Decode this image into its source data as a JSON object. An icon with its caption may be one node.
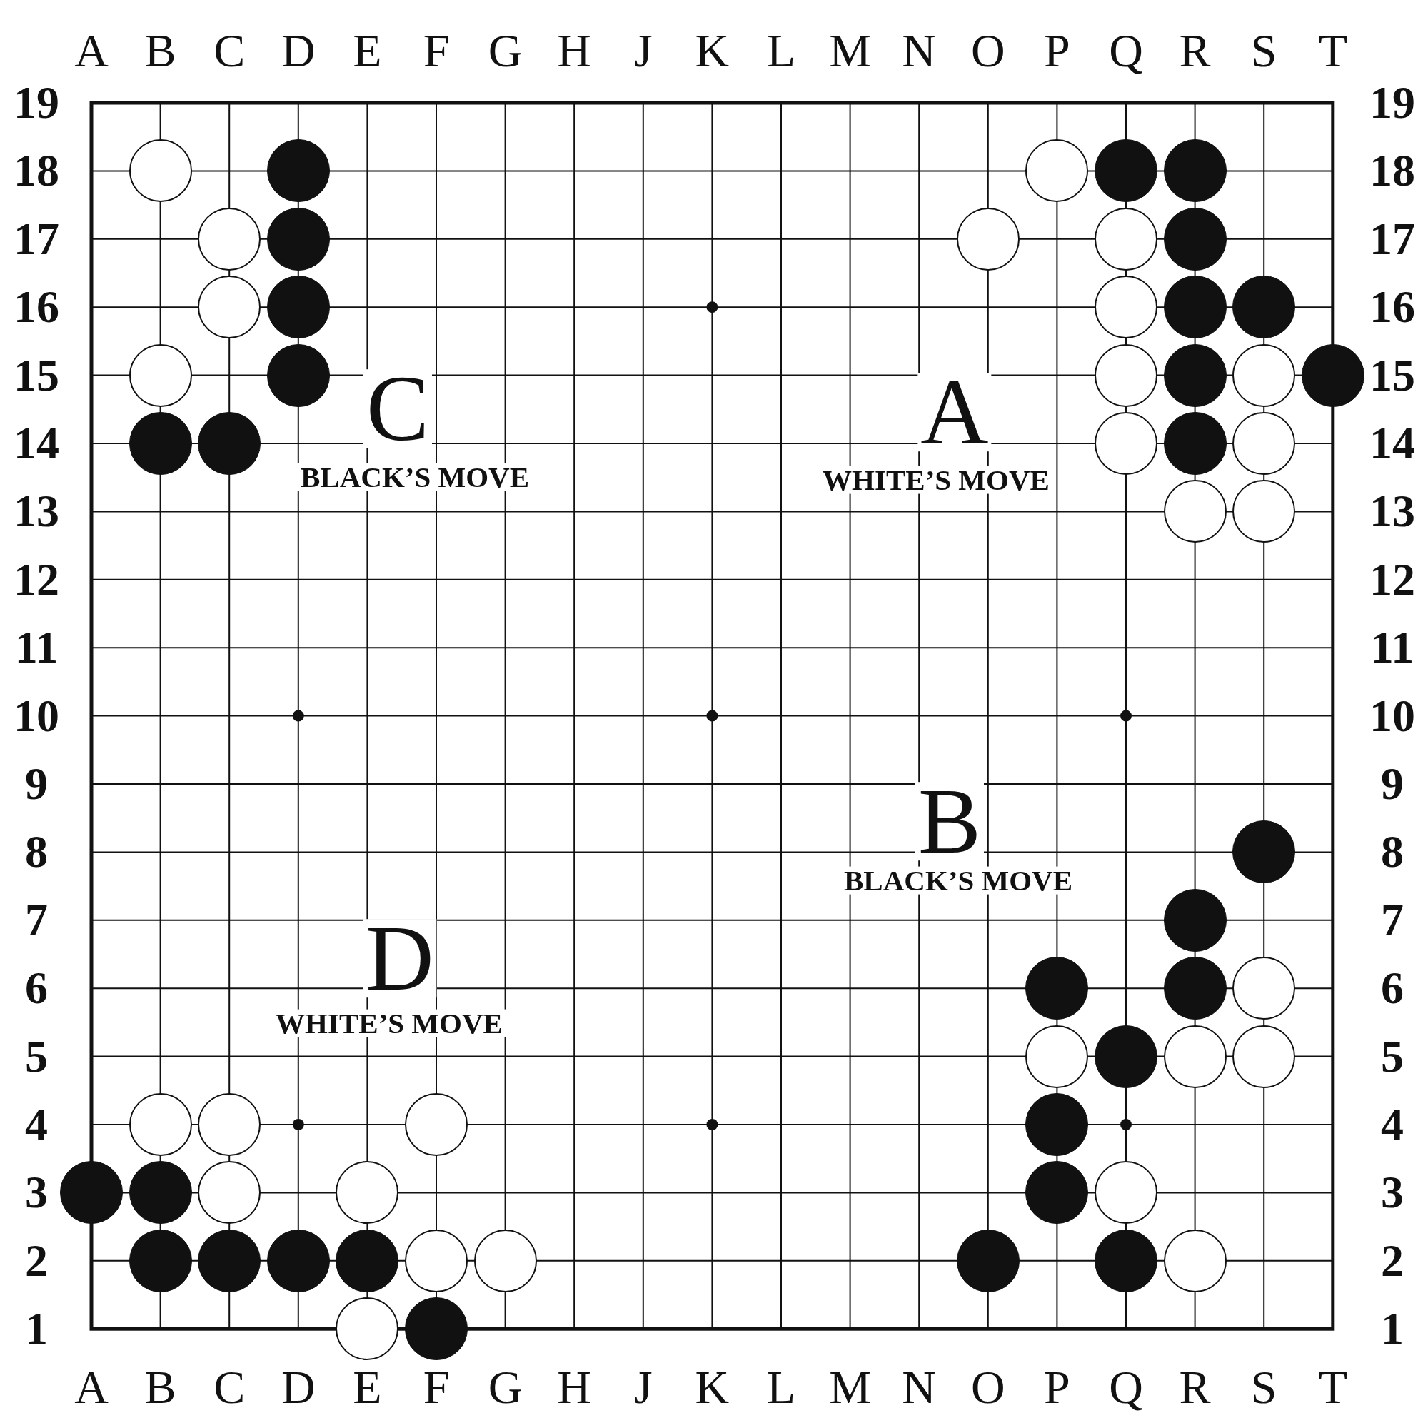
{
  "diagram": {
    "nodes": [
      {
        "text": [],
        "shape": "circle"
      },
      {
        "text": [],
        "shape": "disc"
      },
      {
        "text": [],
        "shape": "circle"
      },
      {
        "text": [],
        "shape": "disc"
      },
      {
        "text": [],
        "shape": "disc"
      },
      {
        "text": [],
        "shape": "circle"
      },
      {
        "text": [],
        "shape": "disc"
      },
      {
        "text": [],
        "shape": "circle"
      },
      {
        "text": [],
        "shape": "circle"
      },
      {
        "text": [],
        "shape": "disc"
      },
      {
        "text": [],
        "shape": "circle"
      },
      {
        "text": [],
        "shape": "disc"
      },
      {
        "text": [],
        "shape": "circle"
      },
      {
        "text": [],
        "shape": "disc"
      },
      {
        "text": [],
        "shape": "disc"
      },
      {
        "text": [],
        "shape": "circle"
      },
      {
        "text": [],
        "shape": "disc"
      },
      {
        "text": [],
        "shape": "circle"
      },
      {
        "text": [],
        "shape": "disc"
      },
      {
        "text": [],
        "shape": "circle"
      },
      {
        "text": [],
        "shape": "disc"
      },
      {
        "text": [],
        "shape": "disc"
      },
      {
        "text": [],
        "shape": "disc"
      },
      {
        "text": [],
        "shape": "circle"
      },
      {
        "text": [],
        "shape": "disc"
      },
      {
        "text": [],
        "shape": "circle"
      },
      {
        "text": [],
        "shape": "circle"
      },
      {
        "text": [],
        "shape": "circle"
      },
      {
        "text": [],
        "shape": "disc"
      },
      {
        "text": [],
        "shape": "disc"
      },
      {
        "text": [],
        "shape": "disc"
      },
      {
        "text": [],
        "shape": "disc"
      },
      {
        "text": [],
        "shape": "circle"
      },
      {
        "text": [],
        "shape": "circle"
      },
      {
        "text": [],
        "shape": "disc"
      },
      {
        "text": [],
        "shape": "circle"
      },
      {
        "text": [],
        "shape": "circle"
      },
      {
        "text": [],
        "shape": "circle"
      },
      {
        "text": [],
        "shape": "circle"
      },
      {
        "text": [],
        "shape": "circle"
      },
      {
        "text": [],
        "shape": "disc"
      },
      {
        "text": [],
        "shape": "disc"
      },
      {
        "text": [],
        "shape": "disc"
      },
      {
        "text": [],
        "shape": "circle"
      },
      {
        "text": [],
        "shape": "circle"
      },
      {
        "text": [],
        "shape": "disc"
      },
      {
        "text": [],
        "shape": "circle"
      },
      {
        "text": [],
        "shape": "disc"
      },
      {
        "text": [],
        "shape": "disc"
      },
      {
        "text": [],
        "shape": "disc"
      },
      {
        "text": [],
        "shape": "disc"
      },
      {
        "text": [],
        "shape": "circle"
      },
      {
        "text": [],
        "shape": "circle"
      },
      {
        "text": [],
        "shape": "disc"
      },
      {
        "text": [],
        "shape": "disc"
      },
      {
        "text": [],
        "shape": "circle"
      },
      {
        "text": [],
        "shape": "circle"
      },
      {
        "text": [],
        "shape": "disc"
      }
    ],
    "labels": [
      "A",
      "B",
      "C",
      "D",
      "E",
      "F",
      "G",
      "H",
      "J",
      "K",
      "L",
      "M",
      "N",
      "O",
      "P",
      "Q",
      "R",
      "S",
      "T",
      "19",
      "19",
      "18",
      "18",
      "17",
      "17",
      "16",
      "16",
      "15",
      "15",
      "14",
      "14",
      "13",
      "13",
      "12",
      "12",
      "11",
      "11",
      "10",
      "10",
      "9",
      "9",
      "8",
      "8",
      "7",
      "7",
      "6",
      "6",
      "5",
      "5",
      "4",
      "4",
      "3",
      "3",
      "2",
      "2",
      "1",
      "1",
      "C",
      "BLACK’S MOVE",
      "A",
      "WHITE’S MOVE",
      "B",
      "BLACK’S MOVE",
      "D",
      "WHITE’S MOVE",
      "A",
      "B",
      "C",
      "D",
      "E",
      "F",
      "G",
      "H",
      "J",
      "K",
      "L",
      "M",
      "N",
      "O",
      "P",
      "Q",
      "R",
      "S",
      "T"
    ]
  }
}
